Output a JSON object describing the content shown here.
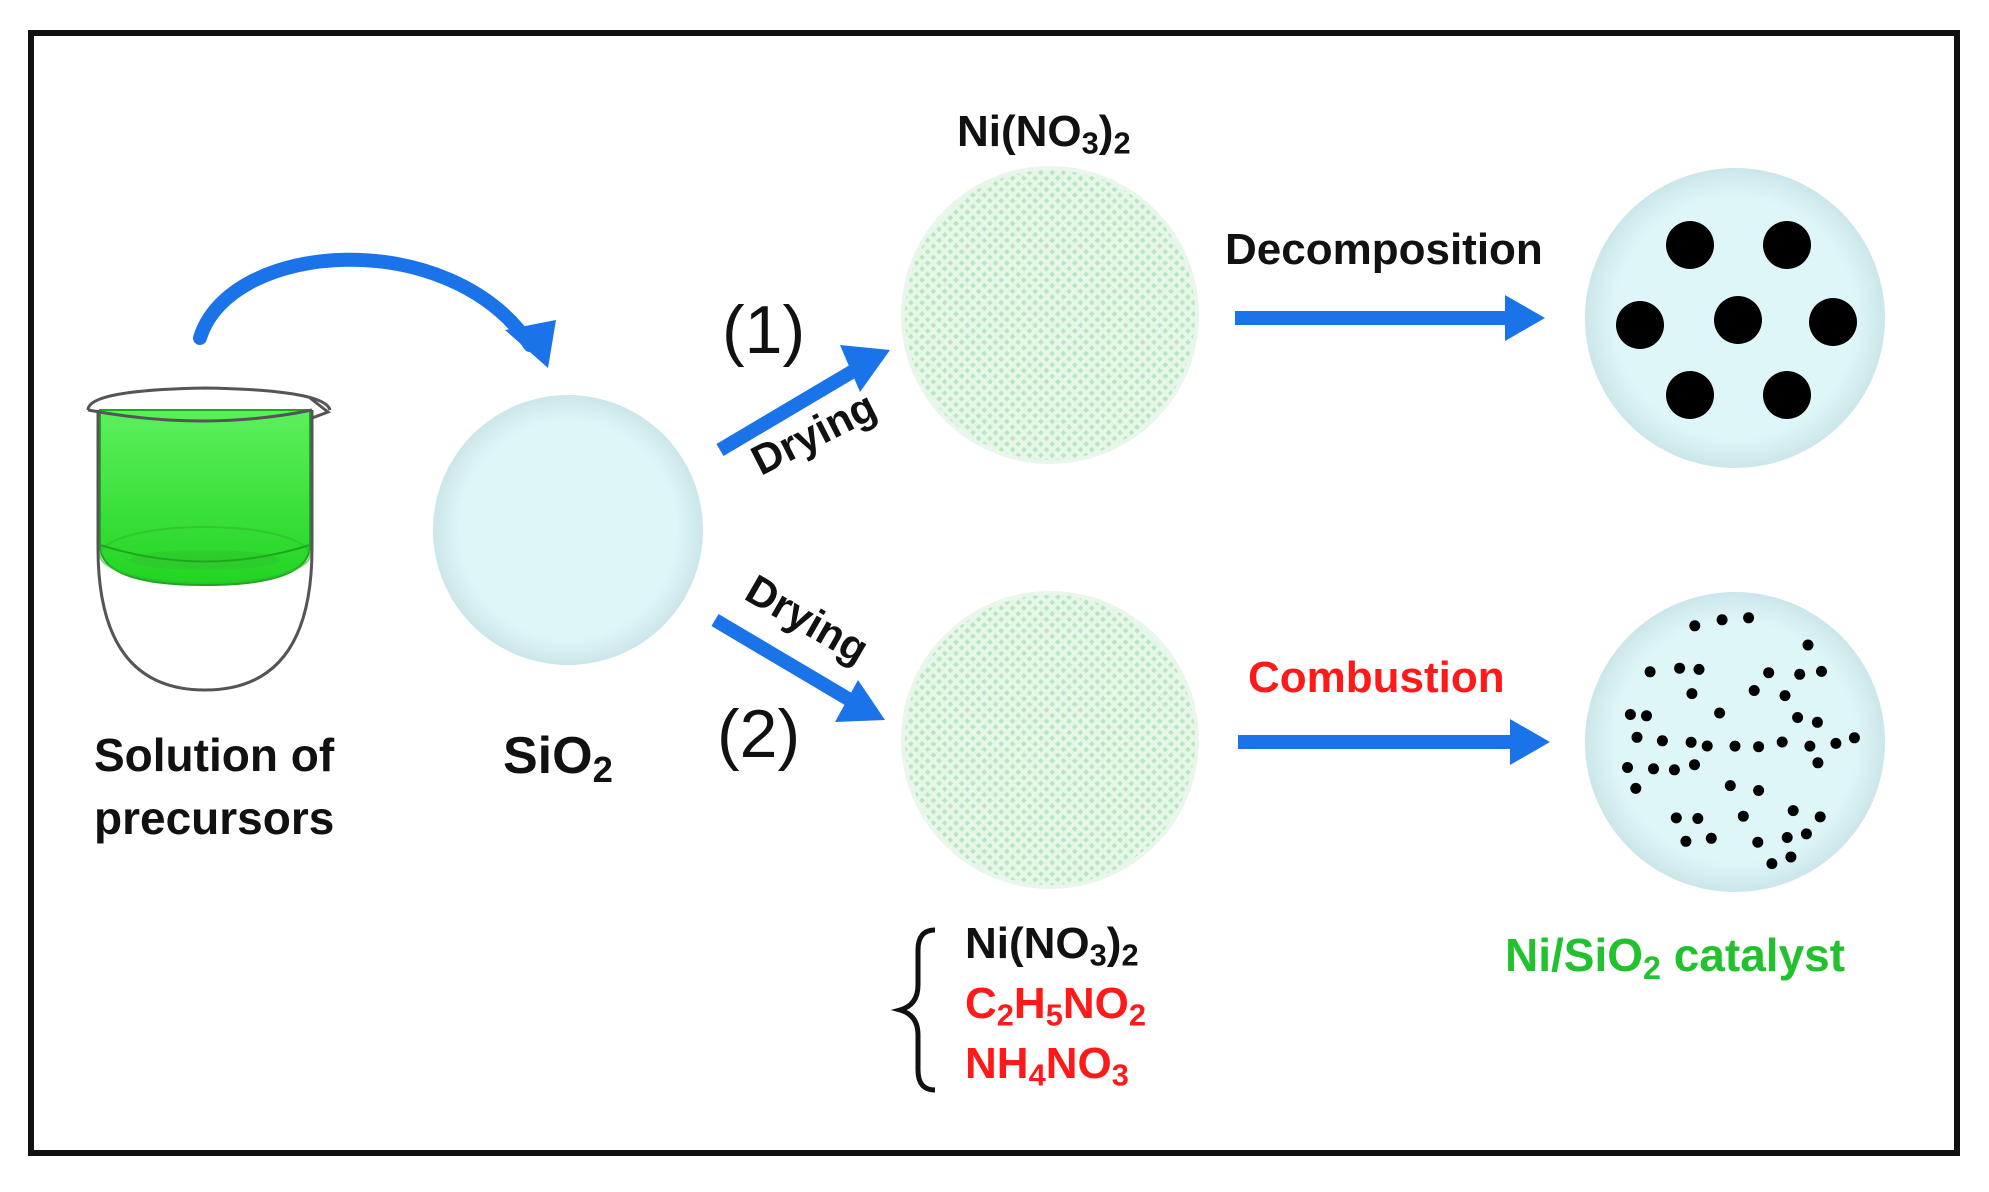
{
  "labels": {
    "beaker": [
      "Solution of",
      "precursors"
    ],
    "support": {
      "text": "SiO",
      "sub": "2"
    },
    "route1": "(1)",
    "route2": "(2)",
    "drying_top": "Drying",
    "drying_bottom": "Drying",
    "precursor_top": {
      "a": "Ni(NO",
      "b": "3",
      "c": ")",
      "d": "2"
    },
    "decomposition": "Decomposition",
    "combustion": "Combustion",
    "mixture": [
      {
        "parts": [
          [
            "Ni(NO",
            ""
          ],
          [
            "3",
            "sub"
          ],
          [
            ")",
            ""
          ],
          [
            "2",
            "sub"
          ]
        ],
        "color": "#111111"
      },
      {
        "parts": [
          [
            "C",
            ""
          ],
          [
            "2",
            "sub"
          ],
          [
            "H",
            ""
          ],
          [
            "5",
            "sub"
          ],
          [
            "NO",
            ""
          ],
          [
            "2",
            "sub"
          ]
        ],
        "color": "#ff1a1a"
      },
      {
        "parts": [
          [
            "NH",
            ""
          ],
          [
            "4",
            "sub"
          ],
          [
            "NO",
            ""
          ],
          [
            "3",
            "sub"
          ]
        ],
        "color": "#ff1a1a"
      }
    ],
    "catalyst": {
      "a": "Ni/SiO",
      "b": "2",
      "c": " catalyst"
    }
  },
  "colors": {
    "arrow": "#1a73e8",
    "combustion": "#ff1a1a",
    "catalyst": "#22c22e",
    "sphere": "#dff6f9",
    "impregnated": "#cdeed2",
    "solution": "#33e833",
    "particle": "#000000"
  },
  "icons": [
    "beaker-icon",
    "curved-arrow-icon",
    "support-sphere-icon",
    "impregnated-sphere-icon",
    "catalyst-sphere-icon",
    "nanoparticle-icon",
    "brace-icon"
  ]
}
